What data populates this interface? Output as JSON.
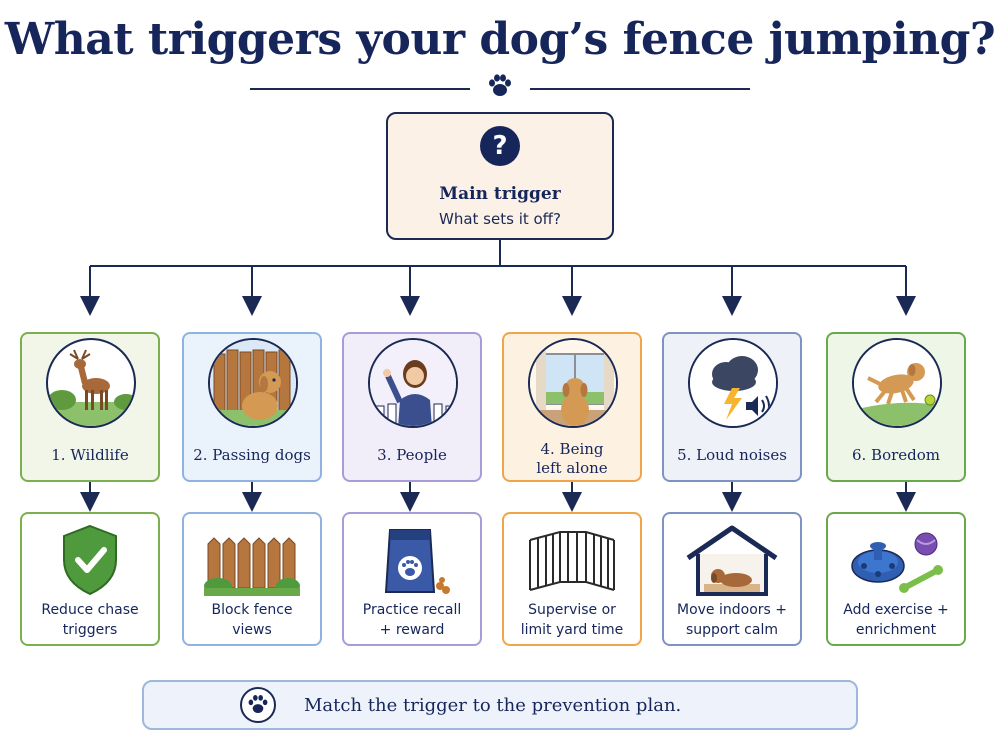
{
  "title": "What triggers your dog’s fence jumping?",
  "main": {
    "icon": "question-icon",
    "symbol": "?",
    "title": "Main trigger",
    "subtitle": "What sets it off?"
  },
  "triggers": [
    {
      "label": "1. Wildlife",
      "icon": "deer-icon",
      "color": "#7ab04d"
    },
    {
      "label": "2. Passing dogs",
      "icon": "dog-at-fence-icon",
      "color": "#8fb2e0"
    },
    {
      "label": "3. People",
      "icon": "person-waving-icon",
      "color": "#a99bd6"
    },
    {
      "label_line1": "4. Being",
      "label_line2": "left alone",
      "icon": "dog-at-window-icon",
      "color": "#f0a54a"
    },
    {
      "label": "5. Loud noises",
      "icon": "storm-cloud-icon",
      "color": "#7f93c2"
    },
    {
      "label": "6. Boredom",
      "icon": "running-dog-icon",
      "color": "#6aa94a"
    }
  ],
  "actions": [
    {
      "line1": "Reduce chase",
      "line2": "triggers",
      "icon": "shield-check-icon"
    },
    {
      "line1": "Block fence",
      "line2": "views",
      "icon": "fence-icon"
    },
    {
      "line1": "Practice recall",
      "line2": "+ reward",
      "icon": "treat-bag-icon"
    },
    {
      "line1": "Supervise or",
      "line2": "limit yard time",
      "icon": "exercise-pen-icon"
    },
    {
      "line1": "Move indoors +",
      "line2": "support calm",
      "icon": "dog-house-icon"
    },
    {
      "line1": "Add exercise +",
      "line2": "enrichment",
      "icon": "toys-icon"
    }
  ],
  "banner": {
    "icon": "paw-icon",
    "text": "Match the trigger to the prevention plan."
  }
}
